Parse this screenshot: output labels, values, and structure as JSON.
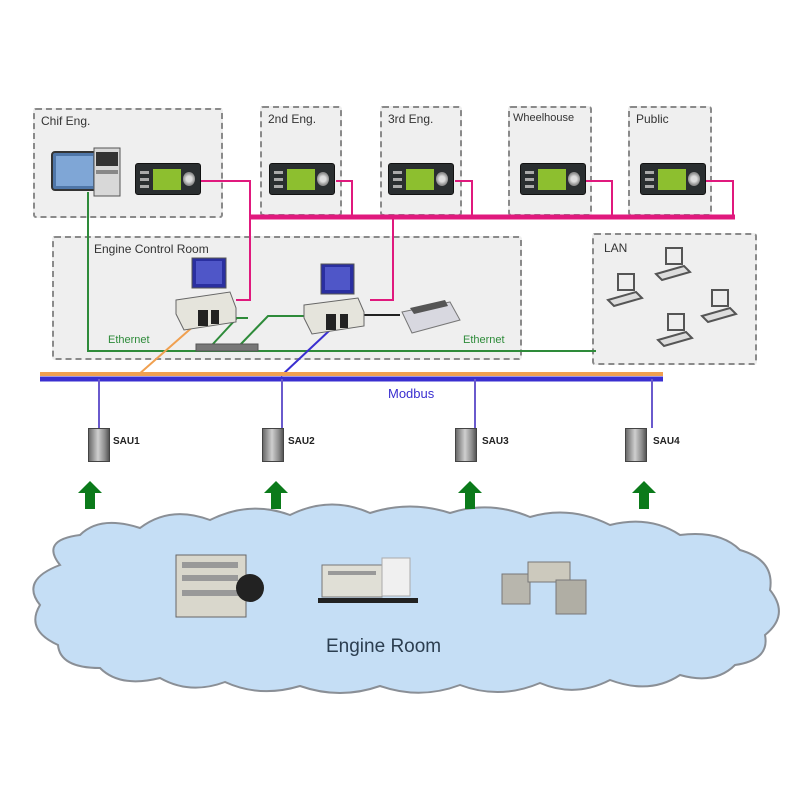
{
  "diagram": {
    "zones": {
      "chief_eng": "Chif Eng.",
      "second_eng": "2nd Eng.",
      "third_eng": "3rd Eng.",
      "wheelhouse": "Wheelhouse",
      "public": "Public",
      "engine_control_room": "Engine Control Room",
      "lan": "LAN"
    },
    "networks": {
      "ethernet_left": "Ethernet",
      "ethernet_right": "Ethernet",
      "modbus": "Modbus"
    },
    "sau_units": [
      "SAU1",
      "SAU2",
      "SAU3",
      "SAU4"
    ],
    "engine_room": {
      "label": "Engine Room"
    },
    "colors": {
      "panel_bus": "#e0197d",
      "ethernet": "#2e8b3a",
      "modbus": "#3a2fd0",
      "serial": "#f0a050",
      "cloud_fill": "#c5def5",
      "arrow": "#0b7a1a"
    }
  }
}
